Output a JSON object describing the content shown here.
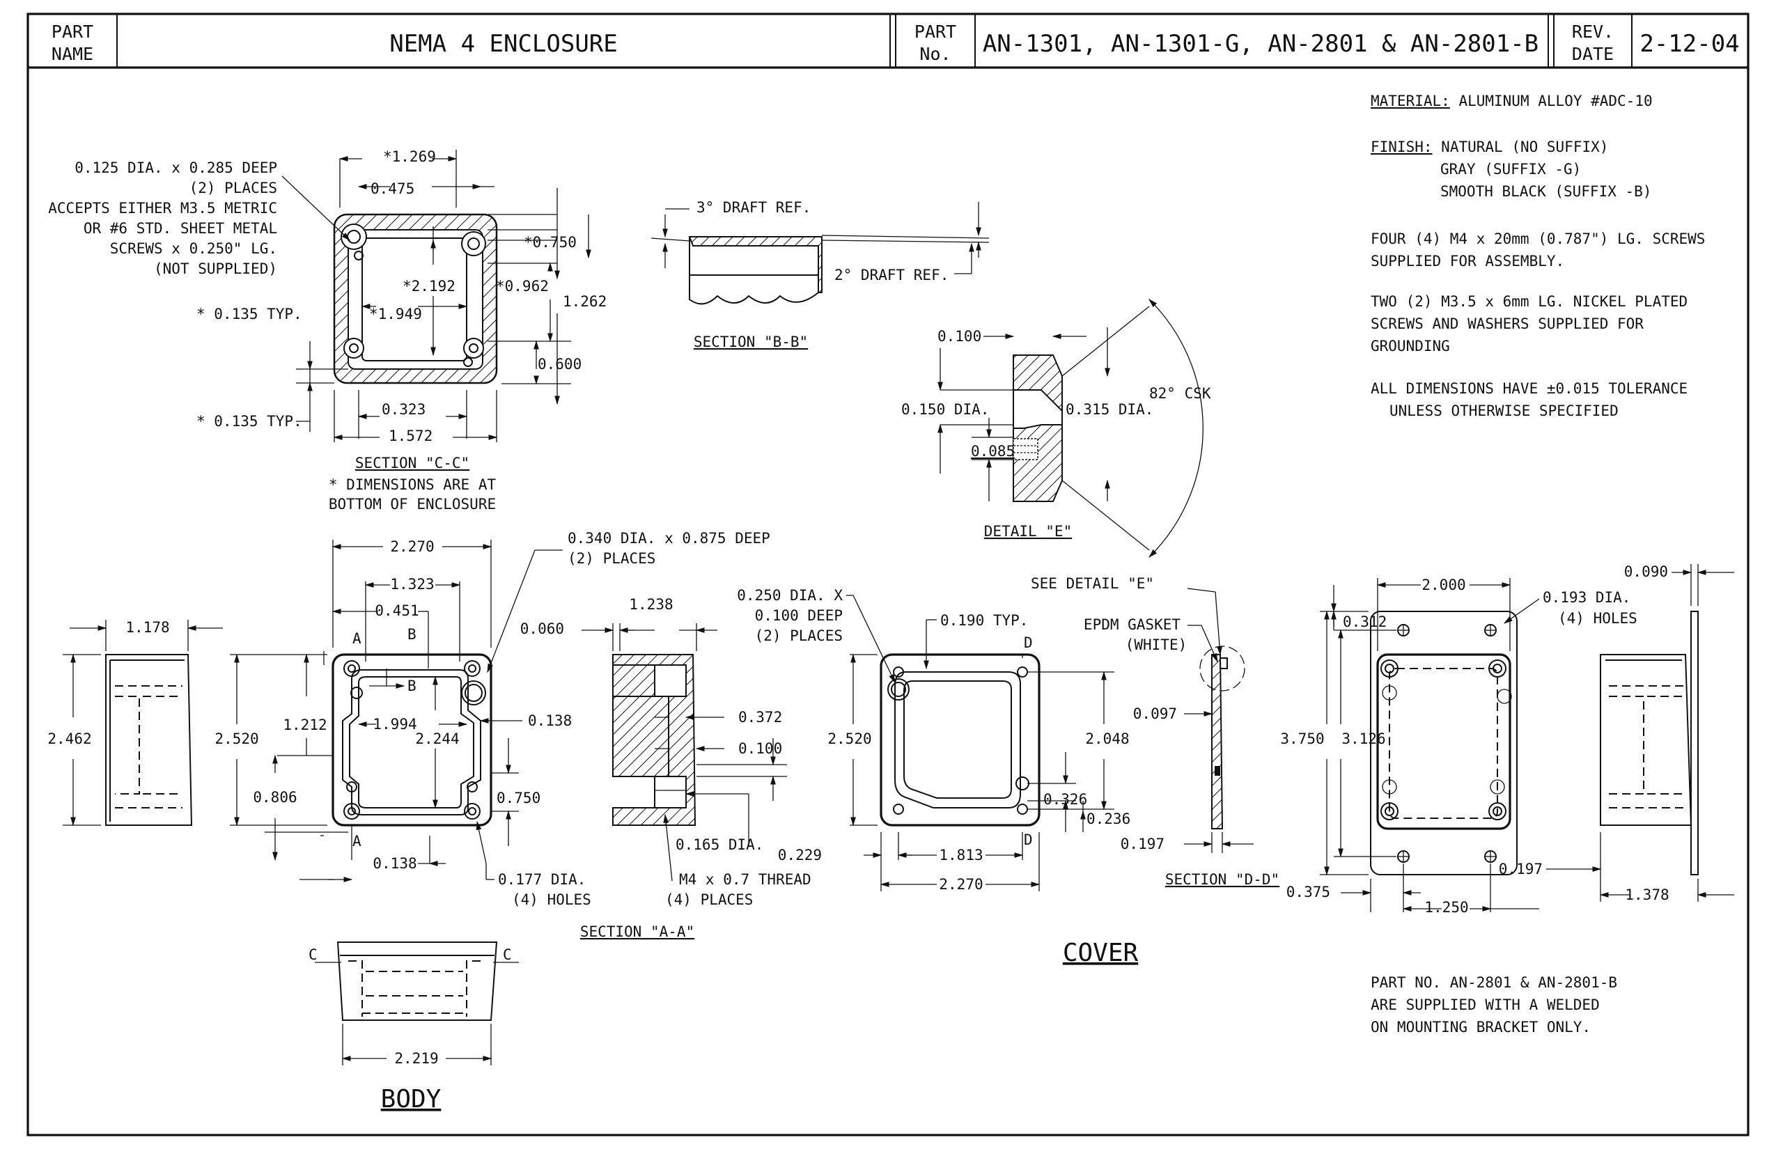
{
  "title_block": {
    "part_name_label": "PART NAME",
    "part_name": "NEMA 4 ENCLOSURE",
    "part_no_label": "PART No.",
    "part_no": "AN-1301, AN-1301-G, AN-2801 & AN-2801-B",
    "rev_date_label": "REV. DATE",
    "rev_date": "2-12-04"
  },
  "notes": {
    "material_label": "MATERIAL:",
    "material": "ALUMINUM ALLOY #ADC-10",
    "finish_label": "FINISH:",
    "finish_lines": [
      "NATURAL (NO SUFFIX)",
      "GRAY (SUFFIX -G)",
      "SMOOTH BLACK (SUFFIX -B)"
    ],
    "screws_lines": [
      "FOUR (4) M4 x 20mm (0.787\") LG. SCREWS",
      "SUPPLIED FOR ASSEMBLY."
    ],
    "grounding_lines": [
      "TWO (2) M3.5 x 6mm LG. NICKEL PLATED",
      "SCREWS AND WASHERS SUPPLIED FOR",
      "GROUNDING"
    ],
    "tolerance_lines": [
      "ALL DIMENSIONS HAVE ±0.015 TOLERANCE",
      "UNLESS OTHERWISE SPECIFIED"
    ],
    "bracket_lines": [
      "PART NO. AN-2801 & AN-2801-B",
      "ARE SUPPLIED WITH A WELDED",
      "ON MOUNTING BRACKET ONLY."
    ]
  },
  "section_cc": {
    "hole_note_lines": [
      "0.125 DIA. x 0.285 DEEP",
      "(2) PLACES",
      "ACCEPTS EITHER M3.5 METRIC",
      "OR #6 STD. SHEET METAL",
      "SCREWS x 0.250\" LG.",
      "(NOT SUPPLIED)"
    ],
    "dims": {
      "d1269": "*1.269",
      "d0475": "0.475",
      "d0750": "*0.750",
      "d2192": "*2.192",
      "d0962": "*0.962",
      "d1262": "1.262",
      "d1949": "*1.949",
      "typ1": "* 0.135 TYP.",
      "d0600": "0.600",
      "d0323": "0.323",
      "d1572": "1.572",
      "typ2": "* 0.135 TYP."
    },
    "title": "SECTION \"C-C\"",
    "caption_lines": [
      "* DIMENSIONS ARE AT",
      "BOTTOM OF ENCLOSURE"
    ]
  },
  "section_bb": {
    "draft3": "3° DRAFT REF.",
    "draft2": "2° DRAFT REF.",
    "title": "SECTION \"B-B\""
  },
  "detail_e": {
    "d0100": "0.100",
    "d0150": "0.150 DIA.",
    "d0315": "0.315 DIA.",
    "csk": "82° CSK",
    "d0085": "0.085",
    "title": "DETAIL \"E\""
  },
  "body": {
    "side_width": "1.178",
    "side_height": "2.462",
    "top_note_lines": [
      "0.340 DIA. x 0.875 DEEP",
      "(2) PLACES"
    ],
    "dims": {
      "w2270": "2.270",
      "w1323": "1.323",
      "w0451": "0.451",
      "h2520": "2.520",
      "h1212": "1.212",
      "w1994": "1.994",
      "h2244": "2.244",
      "d0138a": "0.138",
      "h0806": "0.806",
      "h0750": "0.750",
      "d0138b": "0.138"
    },
    "hole_note_lines": [
      "0.177 DIA.",
      "(4) HOLES"
    ],
    "cut_a": "A",
    "cut_b": "B",
    "cut_c": "C",
    "bottom_width": "2.219",
    "title": "BODY"
  },
  "section_aa": {
    "d0060": "0.060",
    "d1238": "1.238",
    "d0372": "0.372",
    "d0100": "0.100",
    "d0165": "0.165 DIA.",
    "thread_lines": [
      "M4 x 0.7 THREAD",
      "(4) PLACES"
    ],
    "title": "SECTION \"A-A\""
  },
  "cover": {
    "hole_note_lines": [
      "0.250 DIA. X",
      "0.100 DEEP",
      "(2) PLACES"
    ],
    "typ": "0.190 TYP.",
    "see_detail": "SEE DETAIL \"E\"",
    "gasket_lines": [
      "EPDM GASKET",
      "(WHITE)"
    ],
    "dims": {
      "h2520": "2.520",
      "h2048": "2.048",
      "d0326": "0.326",
      "d0236": "0.236",
      "d0229": "0.229",
      "w1813": "1.813",
      "w2270": "2.270",
      "d0097": "0.097",
      "d0197": "0.197"
    },
    "cut_d": "D",
    "title": "COVER",
    "section_dd": "SECTION \"D-D\""
  },
  "bracket": {
    "w2000": "2.000",
    "d0312": "0.312",
    "hole_note_lines": [
      "0.193 DIA.",
      "(4) HOLES"
    ],
    "h3750": "3.750",
    "h3126": "3.126",
    "d0375": "0.375",
    "w1250": "1.250",
    "d0197": "0.197",
    "d0090": "0.090",
    "d1378": "1.378"
  }
}
